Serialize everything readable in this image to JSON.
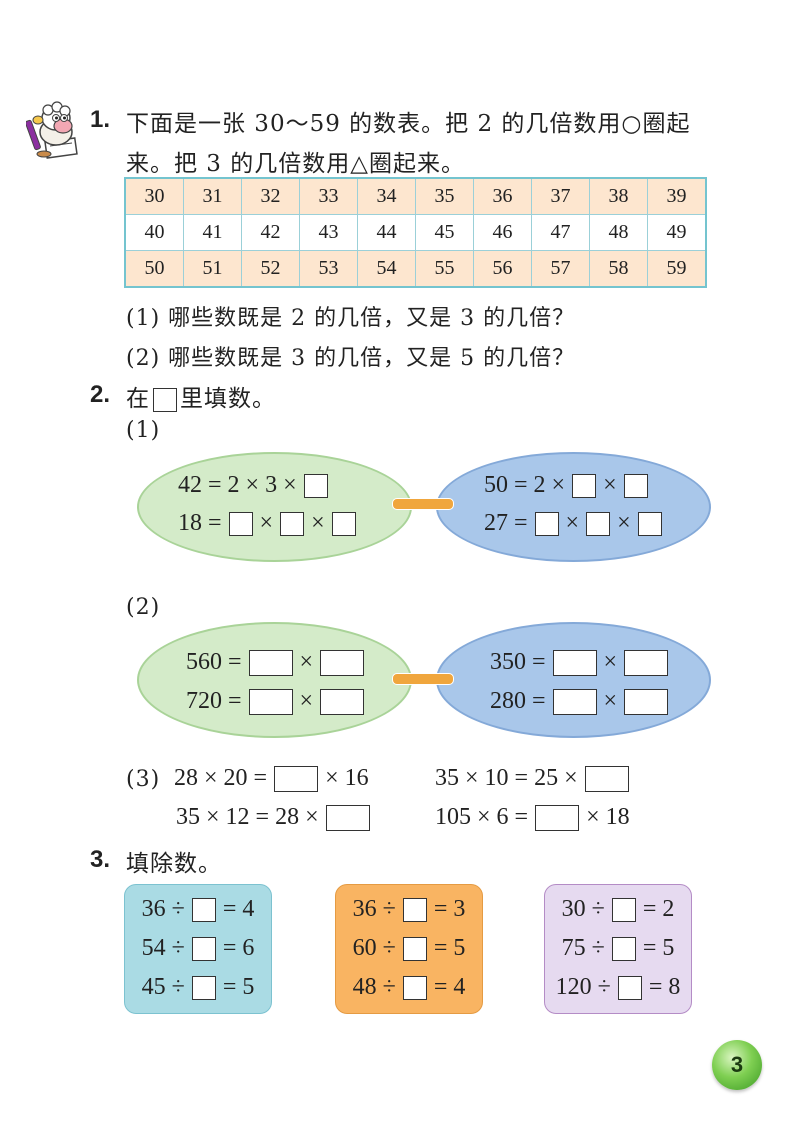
{
  "q1": {
    "number": "1.",
    "line1": "下面是一张 30～59 的数表。把 2 的几倍数用○圈起",
    "line2": "来。把 3 的几倍数用△圈起来。",
    "table": [
      [
        "30",
        "31",
        "32",
        "33",
        "34",
        "35",
        "36",
        "37",
        "38",
        "39"
      ],
      [
        "40",
        "41",
        "42",
        "43",
        "44",
        "45",
        "46",
        "47",
        "48",
        "49"
      ],
      [
        "50",
        "51",
        "52",
        "53",
        "54",
        "55",
        "56",
        "57",
        "58",
        "59"
      ]
    ],
    "sub1": "(1) 哪些数既是 2 的几倍，又是 3 的几倍？",
    "sub2": "(2) 哪些数既是 3 的几倍，又是 5 的几倍？"
  },
  "q2": {
    "number": "2.",
    "prefix": "在",
    "suffix": "里填数。",
    "part1_label": "(1)",
    "part1_left": {
      "eq1_a": "42 = 2 × 3 ×",
      "eq2_a": "18 =",
      "times": "×"
    },
    "part1_right": {
      "eq1_a": "50 = 2 ×",
      "eq2_a": "27 =",
      "times": "×"
    },
    "part2_label": "(2)",
    "part2_left": {
      "eq1_a": "560 =",
      "eq2_a": "720 =",
      "times": "×"
    },
    "part2_right": {
      "eq1_a": "350 =",
      "eq2_a": "280 =",
      "times": "×"
    },
    "part3_label": "(3)",
    "part3": {
      "a1": "28 × 20 =",
      "a2": "× 16",
      "b1": "35 × 10 = 25 ×",
      "c1": "35 × 12 = 28 ×",
      "d1": "105 × 6 =",
      "d2": "× 18"
    }
  },
  "q3": {
    "number": "3.",
    "title": "填除数。",
    "panels": [
      {
        "rows": [
          [
            "36 ÷",
            "= 4"
          ],
          [
            "54 ÷",
            "= 6"
          ],
          [
            "45 ÷",
            "= 5"
          ]
        ],
        "color": "#aadbe4"
      },
      {
        "rows": [
          [
            "36 ÷",
            "= 3"
          ],
          [
            "60 ÷",
            "= 5"
          ],
          [
            "48 ÷",
            "= 4"
          ]
        ],
        "color": "#f9b462"
      },
      {
        "rows": [
          [
            "30 ÷",
            "= 2"
          ],
          [
            "75 ÷",
            "= 5"
          ],
          [
            "120 ÷",
            "= 8"
          ]
        ],
        "color": "#e6daf0"
      }
    ]
  },
  "page_number": "3",
  "mascot_icon": "sheep-reading-icon"
}
